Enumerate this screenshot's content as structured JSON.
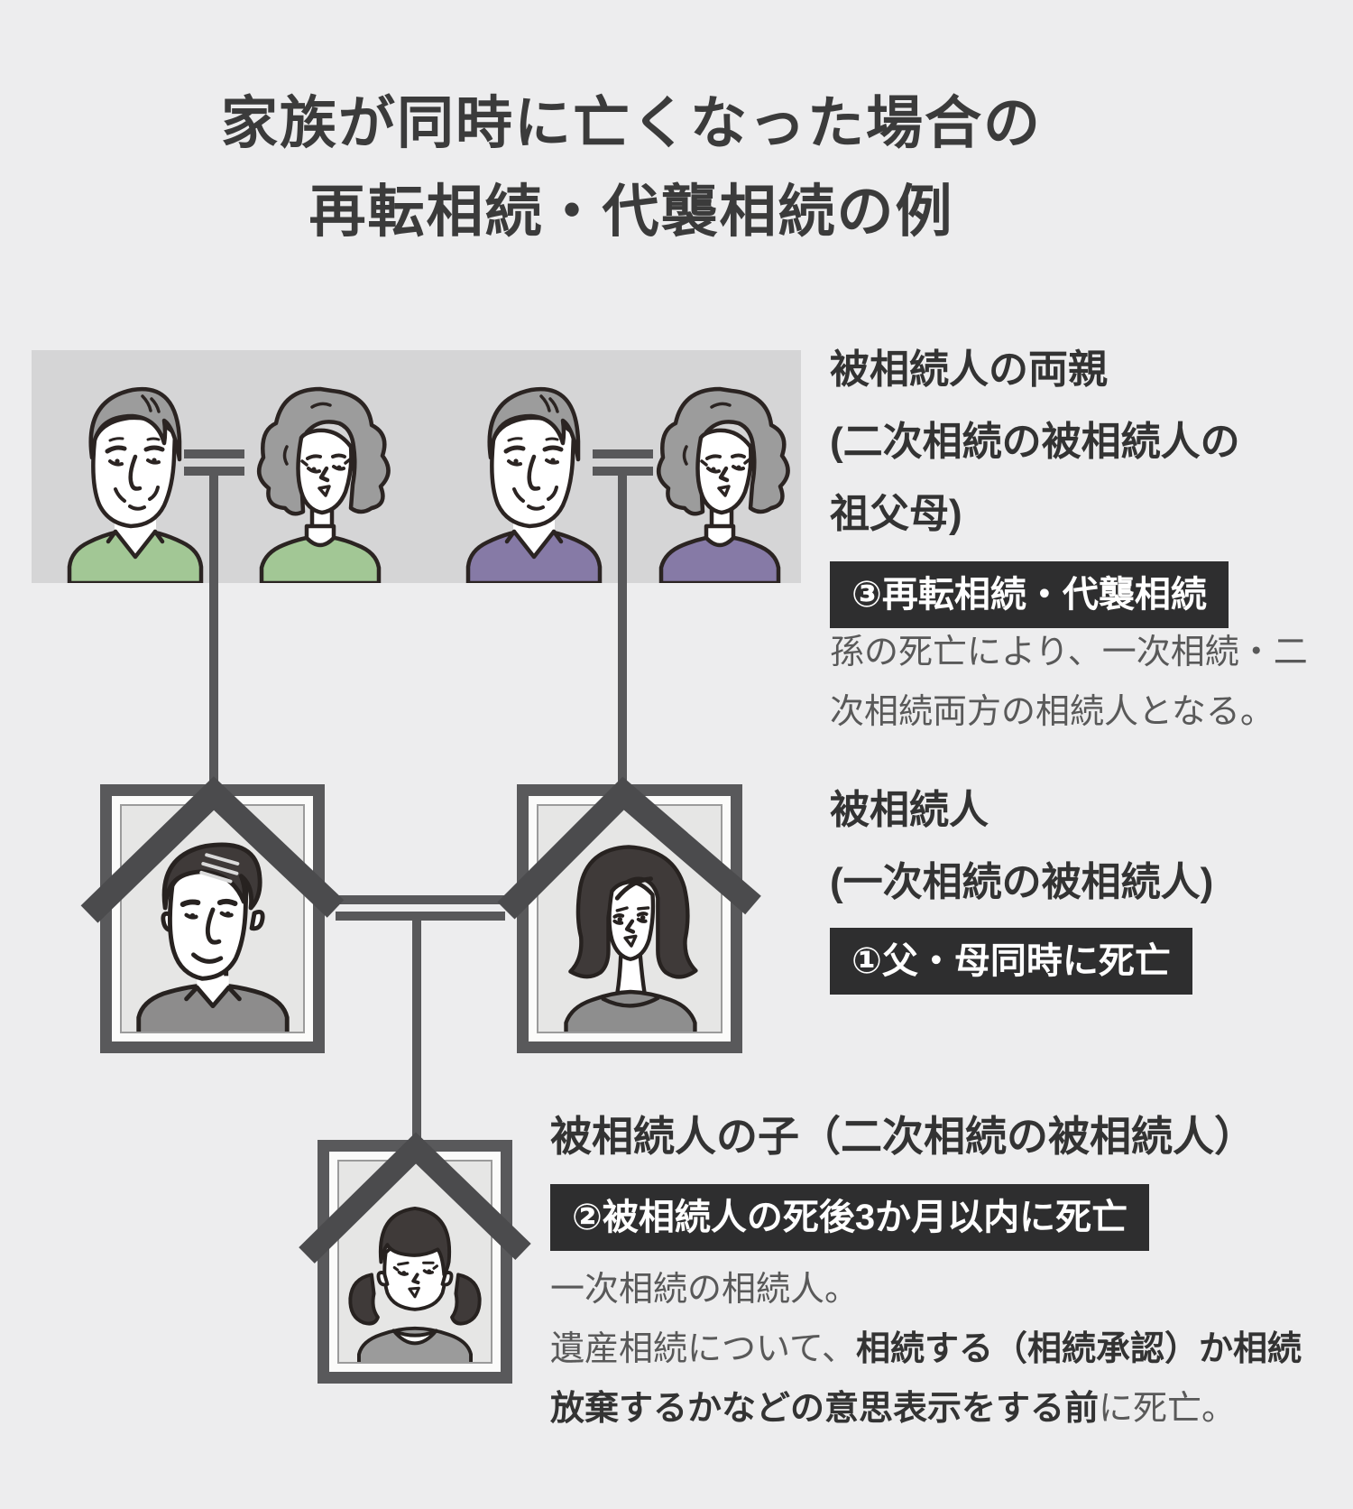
{
  "title": {
    "line1": "家族が同時に亡くなった場合の",
    "line2": "再転相続・代襲相続の例"
  },
  "grandparents_section": {
    "heading_line1": "被相続人の両親",
    "heading_line2": "(二次相続の被相続人の",
    "heading_line3": "祖父母)",
    "badge": "③再転相続・代襲相続",
    "desc_line1": "孫の死亡により、一次相続・二",
    "desc_line2": "次相続両方の相続人となる。"
  },
  "parents_section": {
    "heading_line1": "被相続人",
    "heading_line2": "(一次相続の被相続人)",
    "badge": "①父・母同時に死亡"
  },
  "child_section": {
    "heading": "被相続人の子（二次相続の被相続人）",
    "badge": "②被相続人の死後3か月以内に死亡",
    "desc_line1": "一次相続の相続人。",
    "desc_line2_normal": "遺産相続について、",
    "desc_line2_bold": "相続する（相続承認）か相続",
    "desc_line3_bold": "放棄するかなどの意思表示をする前",
    "desc_line3_normal": "に死亡。"
  },
  "figures": {
    "grandfather_left": "elderly-man-green-shirt",
    "grandmother_left": "elderly-woman-green-top",
    "grandfather_right": "elderly-man-purple-shirt",
    "grandmother_right": "elderly-woman-purple-top",
    "father": "father-funeral-portrait",
    "mother": "mother-funeral-portrait",
    "daughter": "daughter-funeral-portrait"
  },
  "colors": {
    "background": "#ededee",
    "panel": "#d5d5d6",
    "connector": "#58585a",
    "frame_border": "#59595b",
    "ribbon": "#4b4b4d",
    "photo_background": "#e6e6e5",
    "badge_background": "#2e2e2f",
    "badge_text": "#ffffff",
    "heading_text": "#333333",
    "body_text": "#595959",
    "green_shirt": "#a2c795",
    "purple_shirt": "#867aa6",
    "gray_hair": "#9c9c9c",
    "dark_hair": "#3f3a39"
  }
}
